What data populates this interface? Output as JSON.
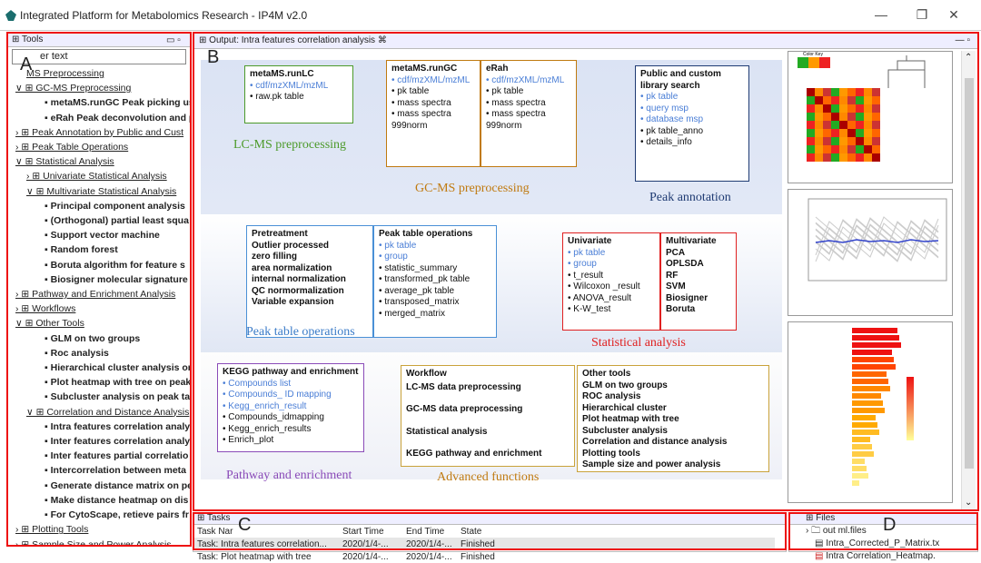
{
  "window": {
    "title": "Integrated Platform for Metabolomics Research - IP4M v2.0",
    "min": "—",
    "max": "❐",
    "close": "✕"
  },
  "letters": {
    "a": "A",
    "b": "B",
    "c": "C",
    "d": "D"
  },
  "tools": {
    "header": "Tools",
    "filter_placeholder": "er text",
    "items": [
      {
        "label": "MS Preprocessing",
        "cls": "l2 u"
      },
      {
        "label": "∨ ⊞ GC-MS Preprocessing",
        "cls": "l1 u"
      },
      {
        "label": "▪ metaMS.runGC Peak picking usin",
        "cls": "l3"
      },
      {
        "label": "▪ eRah Peak deconvolution and pea",
        "cls": "l3"
      },
      {
        "label": "› ⊞ Peak Annotation by Public and Cust",
        "cls": "l1 u"
      },
      {
        "label": "› ⊞ Peak Table Operations",
        "cls": "l1 u"
      },
      {
        "label": "∨ ⊞ Statistical Analysis",
        "cls": "l1 u"
      },
      {
        "label": "› ⊞ Univariate Statistical Analysis",
        "cls": "l2 u"
      },
      {
        "label": "∨ ⊞ Multivariate Statistical Analysis",
        "cls": "l2 u"
      },
      {
        "label": "▪ Principal component analysis",
        "cls": "l3"
      },
      {
        "label": "▪ (Orthogonal) partial least squa",
        "cls": "l3"
      },
      {
        "label": "▪ Support vector machine",
        "cls": "l3"
      },
      {
        "label": "▪ Random forest",
        "cls": "l3"
      },
      {
        "label": "▪ Boruta algorithm for feature s",
        "cls": "l3"
      },
      {
        "label": "▪ Biosigner molecular signature",
        "cls": "l3"
      },
      {
        "label": "› ⊞ Pathway and Enrichment Analysis",
        "cls": "l1 u"
      },
      {
        "label": "› ⊞ Workflows",
        "cls": "l1 u"
      },
      {
        "label": "∨ ⊞ Other Tools",
        "cls": "l1 u"
      },
      {
        "label": "▪ GLM on two groups",
        "cls": "l3"
      },
      {
        "label": "▪ Roc analysis",
        "cls": "l3"
      },
      {
        "label": "▪ Hierarchical cluster analysis on p",
        "cls": "l3"
      },
      {
        "label": "▪ Plot heatmap with tree on peak t",
        "cls": "l3"
      },
      {
        "label": "▪ Subcluster analysis on peak table",
        "cls": "l3"
      },
      {
        "label": "∨ ⊞ Correlation and Distance Analysis",
        "cls": "l2 u"
      },
      {
        "label": "▪ Intra features correlation analy",
        "cls": "l3"
      },
      {
        "label": "▪ Inter features correlation analy",
        "cls": "l3"
      },
      {
        "label": "▪ Inter features partial correlatio",
        "cls": "l3"
      },
      {
        "label": "▪ Intercorrelation between meta",
        "cls": "l3"
      },
      {
        "label": "▪ Generate distance matrix on pe",
        "cls": "l3"
      },
      {
        "label": "▪ Make distance heatmap on dis",
        "cls": "l3"
      },
      {
        "label": "▪ For CytoScape, retieve pairs fr",
        "cls": "l3"
      },
      {
        "label": "› ⊞ Plotting Tools",
        "cls": "l1 u"
      },
      {
        "label": "› ⊞ Sample Size and Power Analysis",
        "cls": "l1 u"
      }
    ]
  },
  "output": {
    "tab": "Output: Intra features correlation analysis ⌘"
  },
  "diagram": {
    "lcms": {
      "title": "metaMS.runLC",
      "l1": "• cdf/mzXML/mzML",
      "l2": "• raw.pk table",
      "label": "LC-MS preprocessing"
    },
    "gcms": {
      "title": "metaMS.runGC",
      "l1": "• cdf/mzXML/mzML",
      "l2": "• pk table",
      "l3": "• mass spectra",
      "l4": "• mass spectra",
      "l5": "999norm",
      "label": "GC-MS preprocessing"
    },
    "erah": {
      "title": "eRah",
      "l1": "• cdf/mzXML/mzML",
      "l2": "• pk table",
      "l3": "• mass spectra",
      "l4": "• mass spectra",
      "l5": "999norm"
    },
    "annot": {
      "t1": "Public and custom",
      "t2": "library search",
      "l1": "• pk table",
      "l2": "• query msp",
      "l3": "• database msp",
      "l4": "• pk table_anno",
      "l5": "• details_info",
      "label": "Peak annotation"
    },
    "pretreat": {
      "title": "Pretreatment",
      "l1": "Outlier processed",
      "l2": "zero filling",
      "l3": "area normalization",
      "l4": "internal normalization",
      "l5": "QC normormalization",
      "l6": "Variable expansion"
    },
    "pto": {
      "title": "Peak table operations",
      "l1": "• pk table",
      "l2": "•  group",
      "l3": "• statistic_summary",
      "l4": "• transformed_pk table",
      "l5": "• average_pk  table",
      "l6": "• transposed_matrix",
      "l7": "• merged_matrix",
      "label": "Peak table operations"
    },
    "uni": {
      "title": "Univariate",
      "l1": "• pk table",
      "l2": "• group",
      "l3": "• t_result",
      "l4": "• Wilcoxon _result",
      "l5": "• ANOVA_result",
      "l6": "• K-W_test"
    },
    "multi": {
      "title": "Multivariate",
      "l1": "PCA",
      "l2": "OPLSDA",
      "l3": "RF",
      "l4": "SVM",
      "l5": "Biosigner",
      "l6": "Boruta",
      "label": "Statistical analysis"
    },
    "kegg": {
      "title": "KEGG pathway and enrichment",
      "l1": "• Compounds  list",
      "l2": "• Compounds_ ID mapping",
      "l3": "• Kegg_enrich_result",
      "l4": "• Compounds_idmapping",
      "l5": "• Kegg_enrich_results",
      "l6": "• Enrich_plot",
      "label": "Pathway and enrichment"
    },
    "workflow": {
      "title": "Workflow",
      "l1": "LC-MS data preprocessing",
      "l2": "GC-MS data preprocessing",
      "l3": "Statistical analysis",
      "l4": "KEGG pathway and enrichment",
      "label": "Advanced functions"
    },
    "other": {
      "title": "Other tools",
      "l1": "GLM on two groups",
      "l2": "ROC  analysis",
      "l3": "Hierarchical cluster",
      "l4": "Plot heatmap with tree",
      "l5": "Subcluster analysis",
      "l6": "Correlation and distance analysis",
      "l7": "Plotting tools",
      "l8": "Sample size  and power analysis"
    }
  },
  "thumbs": {
    "colorkey": "Color Key"
  },
  "tasks": {
    "tab": "Tasks",
    "headers": [
      "Task Nar",
      "Start Time",
      "End Time",
      "State"
    ],
    "rows": [
      [
        "Task: Intra features correlation...",
        "2020/1/4-...",
        "2020/1/4-...",
        "Finished"
      ],
      [
        "Task: Plot heatmap with tree",
        "2020/1/4-...",
        "2020/1/4-...",
        "Finished"
      ]
    ]
  },
  "files": {
    "tab": "Files",
    "i1": "› 🗀 out",
    "i1b": "ml.files",
    "i2": "Intra_Corrected_P_Matrix.tx",
    "i3": "Intra Correlation_Heatmap."
  },
  "colors": {
    "red": "#e11111",
    "lcms": "#4c9a2a",
    "gc": "#c07a10",
    "annot": "#1f3b73",
    "pto": "#4a90d6",
    "stat": "#e02020",
    "kegg": "#8a4bb8"
  }
}
